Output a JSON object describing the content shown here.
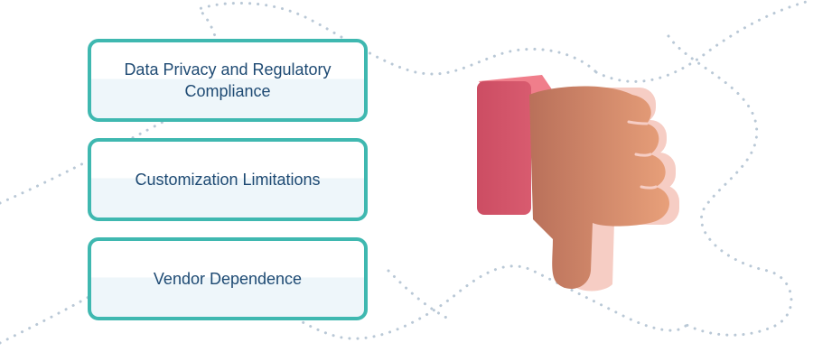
{
  "cards": [
    {
      "label": "Data Privacy and Regulatory Compliance"
    },
    {
      "label": "Customization Limitations"
    },
    {
      "label": "Vendor Dependence"
    }
  ],
  "colors": {
    "card_border": "#3fb8b0",
    "card_text": "#1e4a73",
    "dots": "#b9c8d6",
    "cuff": "#d4556a",
    "hand": "#d9906e"
  },
  "icons": {
    "hand": "thumbs-down-icon"
  }
}
